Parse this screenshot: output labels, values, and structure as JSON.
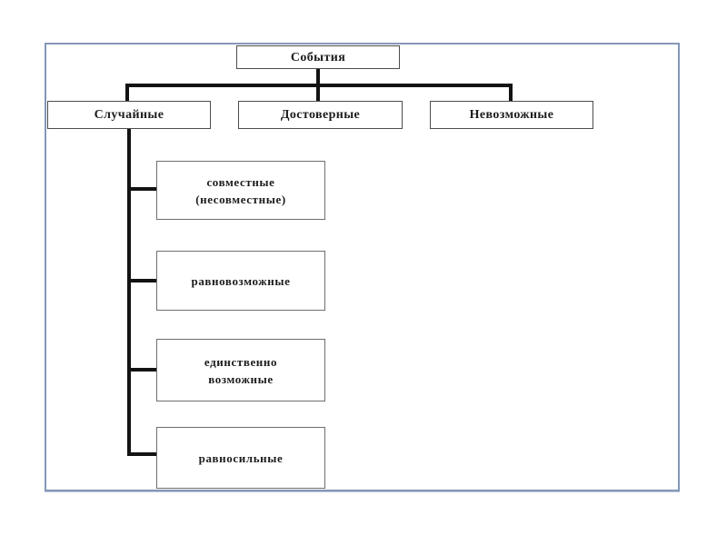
{
  "slide": {
    "background": "#ffffff",
    "frame_border_color": "#8497b7"
  },
  "diagram": {
    "title": "События",
    "root": {
      "label": "События"
    },
    "level2": [
      {
        "label": "Случайные"
      },
      {
        "label": "Достоверные"
      },
      {
        "label": "Невозможные"
      }
    ],
    "level3": [
      {
        "line1": "совместные",
        "line2": "(несовместные)"
      },
      {
        "line1": "равновозможные",
        "line2": ""
      },
      {
        "line1": "единственно",
        "line2": "возможные"
      },
      {
        "line1": "равносильные",
        "line2": ""
      }
    ],
    "colors": {
      "connector": "#131313",
      "node_border": "#4d4d4d",
      "subnode_border": "#6e6e6e",
      "text": "#1c1c1c"
    }
  }
}
